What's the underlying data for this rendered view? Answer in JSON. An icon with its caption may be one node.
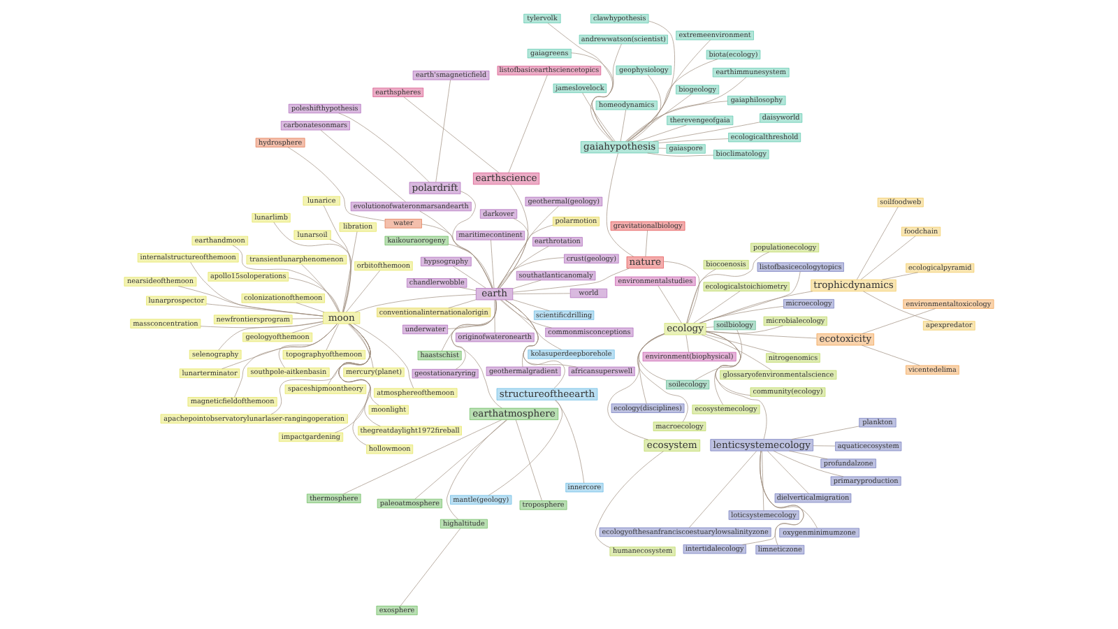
{
  "diagram": {
    "nodes": [
      {
        "text": [
          "ecology"
        ]
      },
      {
        "text": [
          "lenticsystemecology"
        ]
      },
      {
        "text": [
          "oxygenminimumzone"
        ]
      },
      {
        "text": [
          "loticsystemecology"
        ]
      },
      {
        "text": [
          "plankton"
        ]
      },
      {
        "text": [
          "intertidalecology"
        ]
      },
      {
        "text": [
          "limneticzone"
        ]
      },
      {
        "text": [
          "aquaticecosystem"
        ]
      },
      {
        "text": [
          "dielverticalmigration"
        ]
      },
      {
        "text": [
          "profundalzone"
        ]
      },
      {
        "text": [
          "primaryproduction"
        ]
      },
      {
        "text": [
          "ecologyofthesanfranciscoestuarylowsalinityzone"
        ]
      },
      {
        "text": [
          "trophicdynamics"
        ]
      },
      {
        "text": [
          "foodchain"
        ]
      },
      {
        "text": [
          "soilfoodweb"
        ]
      },
      {
        "text": [
          "apexpredator"
        ]
      },
      {
        "text": [
          "ecologicalpyramid"
        ]
      },
      {
        "text": [
          "environmentalstudies"
        ]
      },
      {
        "text": [
          "environment(biophysical)"
        ]
      },
      {
        "text": [
          "soilbiology"
        ]
      },
      {
        "text": [
          "soilecology"
        ]
      },
      {
        "text": [
          "ecology(disciplines)"
        ]
      },
      {
        "text": [
          "microecology"
        ]
      },
      {
        "text": [
          "listofbasicecologytopics"
        ]
      },
      {
        "text": [
          "biocoenosis"
        ]
      },
      {
        "text": [
          "ecotoxicity"
        ]
      },
      {
        "text": [
          "environmentaltoxicology"
        ]
      },
      {
        "text": [
          "vicentedelima"
        ]
      },
      {
        "text": [
          "macroecology"
        ]
      },
      {
        "text": [
          "community(ecology)"
        ]
      },
      {
        "text": [
          "ecologicalstoichiometry"
        ]
      },
      {
        "text": [
          "glossaryofenvironmentalscience"
        ]
      },
      {
        "text": [
          "ecosystem"
        ]
      },
      {
        "text": [
          "humanecosystem"
        ]
      },
      {
        "text": [
          "microbialecology"
        ]
      },
      {
        "text": [
          "ecosystemecology"
        ]
      },
      {
        "text": [
          "nitrogenomics"
        ]
      },
      {
        "text": [
          "populationecology"
        ]
      },
      {
        "text": [
          "nature"
        ]
      },
      {
        "text": [
          "gravitationalbiology"
        ]
      },
      {
        "text": [
          "gaiahypothesis"
        ]
      },
      {
        "text": [
          "andrewwatson(scientist)"
        ]
      },
      {
        "text": [
          "geophysiology"
        ]
      },
      {
        "text": [
          "biogeology"
        ]
      },
      {
        "text": [
          "therevengeofgaia"
        ]
      },
      {
        "text": [
          "jameslovelock"
        ]
      },
      {
        "text": [
          "ecologicalthreshold"
        ]
      },
      {
        "text": [
          "gaiaspore"
        ]
      },
      {
        "text": [
          "gaiaphilosophy"
        ]
      },
      {
        "text": [
          "daisyworld"
        ]
      },
      {
        "text": [
          "gaiagreens"
        ]
      },
      {
        "text": [
          "earthimmunesystem"
        ]
      },
      {
        "text": [
          "extremeenvironment"
        ]
      },
      {
        "text": [
          "clawhypothesis"
        ]
      },
      {
        "text": [
          "biota(ecology)"
        ]
      },
      {
        "text": [
          "bioclimatology"
        ]
      },
      {
        "text": [
          "homeodynamics"
        ]
      },
      {
        "text": [
          "tylervolk"
        ]
      },
      {
        "text": [
          "earth"
        ]
      },
      {
        "text": [
          "carbonatesonmars"
        ]
      },
      {
        "text": [
          "evolutionofwateronmarsandearth"
        ]
      },
      {
        "text": [
          "water"
        ]
      },
      {
        "text": [
          "hydrosphere"
        ]
      },
      {
        "text": [
          "structureoftheearth"
        ]
      },
      {
        "text": [
          "innercore"
        ]
      },
      {
        "text": [
          "mantle(geology)"
        ]
      },
      {
        "text": [
          "southatlanticanomaly"
        ]
      },
      {
        "text": [
          "crust(geology)"
        ]
      },
      {
        "text": [
          "africansuperswell"
        ]
      },
      {
        "text": [
          "hypsography"
        ]
      },
      {
        "text": [
          "geothermalgradient"
        ]
      },
      {
        "text": [
          "geothermal(geology)"
        ]
      },
      {
        "text": [
          "maritimecontinent"
        ]
      },
      {
        "text": [
          "chandlerwobble"
        ]
      },
      {
        "text": [
          "originofwateronearth"
        ]
      },
      {
        "text": [
          "commonmisconceptions"
        ]
      },
      {
        "text": [
          "earthrotation"
        ]
      },
      {
        "text": [
          "geostationaryring"
        ]
      },
      {
        "text": [
          "underwater"
        ]
      },
      {
        "text": [
          "world"
        ]
      },
      {
        "text": [
          "kaikouraorogeny"
        ]
      },
      {
        "text": [
          "haastschist"
        ]
      },
      {
        "text": [
          "scientificdrilling"
        ]
      },
      {
        "text": [
          "kolasuperdeepborehole"
        ]
      },
      {
        "text": [
          "darkover"
        ]
      },
      {
        "text": [
          "polardrift"
        ]
      },
      {
        "text": [
          "earth'smagneticfield"
        ]
      },
      {
        "text": [
          "poleshifthypothesis"
        ]
      },
      {
        "text": [
          "earthspheres"
        ]
      },
      {
        "text": [
          "earthscience"
        ]
      },
      {
        "text": [
          "listofbasicearthsciencetopics"
        ]
      },
      {
        "text": [
          "conventionalinternationalorigin"
        ]
      },
      {
        "text": [
          "polarmotion"
        ]
      },
      {
        "text": [
          "earthatmosphere"
        ]
      },
      {
        "text": [
          "thermosphere"
        ]
      },
      {
        "text": [
          "paleoatmosphere"
        ]
      },
      {
        "text": [
          "troposphere"
        ]
      },
      {
        "text": [
          "highaltitude"
        ]
      },
      {
        "text": [
          "exosphere"
        ]
      },
      {
        "text": [
          "moon"
        ]
      },
      {
        "text": [
          "orbitofthemoon"
        ]
      },
      {
        "text": [
          "lunarsoil"
        ]
      },
      {
        "text": [
          "newfrontiersprogram"
        ]
      },
      {
        "text": [
          "selenography"
        ]
      },
      {
        "text": [
          "nearsideofthemoon"
        ]
      },
      {
        "text": [
          "mercury(planet)"
        ]
      },
      {
        "text": [
          "atmosphereofthemoon"
        ]
      },
      {
        "text": [
          "topographyofthemoon"
        ]
      },
      {
        "text": [
          "lunarice"
        ]
      },
      {
        "text": [
          "lunarlimb"
        ]
      },
      {
        "text": [
          "spaceshipmoontheory"
        ]
      },
      {
        "text": [
          "libration"
        ]
      },
      {
        "text": [
          "apollo15soloperations"
        ]
      },
      {
        "text": [
          "massconcentration"
        ]
      },
      {
        "text": [
          "lunarprospector"
        ]
      },
      {
        "text": [
          "earthandmoon"
        ]
      },
      {
        "text": [
          "internalstructureofthemoon"
        ]
      },
      {
        "text": [
          "geologyofthemoon"
        ]
      },
      {
        "text": [
          "impactgardening"
        ]
      },
      {
        "text": [
          "transientlunarphenomenon"
        ]
      },
      {
        "text": [
          "southpole-aitkenbasin"
        ]
      },
      {
        "text": [
          "magneticfieldofthemoon"
        ]
      },
      {
        "text": [
          "hollowmoon"
        ]
      },
      {
        "text": [
          "thegreatdaylight1972fireball"
        ]
      },
      {
        "text": [
          "moonlight"
        ]
      },
      {
        "text": [
          "lunarterminator"
        ]
      },
      {
        "text": [
          "colonizationofthemoon"
        ]
      },
      {
        "text": [
          "apachepointobservatorylunarlaser-rangingoperation"
        ]
      }
    ],
    "edges": [
      {
        "from": 0,
        "to": 1,
        "arrow": "none"
      },
      {
        "from": 0,
        "to": 12,
        "arrow": "none"
      },
      {
        "from": 0,
        "to": 17,
        "arrow": "none"
      },
      {
        "from": 0,
        "to": 18,
        "arrow": "none"
      },
      {
        "from": 0,
        "to": 19,
        "arrow": "none"
      },
      {
        "from": 0,
        "to": 20,
        "arrow": "none"
      },
      {
        "from": 0,
        "to": 21,
        "arrow": "none"
      },
      {
        "from": 0,
        "to": 22,
        "arrow": "none"
      },
      {
        "from": 0,
        "to": 23,
        "arrow": "none"
      },
      {
        "from": 0,
        "to": 24,
        "arrow": "none"
      },
      {
        "from": 0,
        "to": 25,
        "arrow": "none"
      },
      {
        "from": 0,
        "to": 28,
        "arrow": "none"
      },
      {
        "from": 0,
        "to": 29,
        "arrow": "none"
      },
      {
        "from": 0,
        "to": 30,
        "arrow": "none"
      },
      {
        "from": 0,
        "to": 31,
        "arrow": "none"
      },
      {
        "from": 0,
        "to": 32,
        "arrow": "none"
      },
      {
        "from": 0,
        "to": 34,
        "arrow": "none"
      },
      {
        "from": 0,
        "to": 35,
        "arrow": "none"
      },
      {
        "from": 0,
        "to": 36,
        "arrow": "none"
      },
      {
        "from": 0,
        "to": 37,
        "arrow": "none"
      },
      {
        "from": 0,
        "to": 38,
        "arrow": "none"
      },
      {
        "from": 1,
        "to": 2,
        "arrow": "none"
      },
      {
        "from": 1,
        "to": 3,
        "arrow": "none"
      },
      {
        "from": 1,
        "to": 4,
        "arrow": "none"
      },
      {
        "from": 1,
        "to": 5,
        "arrow": "none"
      },
      {
        "from": 1,
        "to": 6,
        "arrow": "none"
      },
      {
        "from": 1,
        "to": 7,
        "arrow": "none"
      },
      {
        "from": 1,
        "to": 8,
        "arrow": "none"
      },
      {
        "from": 1,
        "to": 9,
        "arrow": "none"
      },
      {
        "from": 1,
        "to": 10,
        "arrow": "none"
      },
      {
        "from": 1,
        "to": 11,
        "arrow": "none"
      },
      {
        "from": 12,
        "to": 13,
        "arrow": "none"
      },
      {
        "from": 12,
        "to": 14,
        "arrow": "none"
      },
      {
        "from": 12,
        "to": 15,
        "arrow": "none"
      },
      {
        "from": 12,
        "to": 16,
        "arrow": "none"
      },
      {
        "from": 19,
        "to": 20,
        "arrow": "none"
      },
      {
        "from": 25,
        "to": 26,
        "arrow": "none"
      },
      {
        "from": 25,
        "to": 27,
        "arrow": "none"
      },
      {
        "from": 32,
        "to": 33,
        "arrow": "none"
      },
      {
        "from": 38,
        "to": 39,
        "arrow": "none"
      },
      {
        "from": 38,
        "to": 40,
        "arrow": "none"
      },
      {
        "from": 38,
        "to": 58,
        "arrow": "none"
      },
      {
        "from": 40,
        "to": 41,
        "arrow": "none"
      },
      {
        "from": 40,
        "to": 42,
        "arrow": "none"
      },
      {
        "from": 40,
        "to": 43,
        "arrow": "none"
      },
      {
        "from": 40,
        "to": 44,
        "arrow": "none"
      },
      {
        "from": 40,
        "to": 45,
        "arrow": "none"
      },
      {
        "from": 40,
        "to": 46,
        "arrow": "none"
      },
      {
        "from": 40,
        "to": 47,
        "arrow": "none"
      },
      {
        "from": 40,
        "to": 48,
        "arrow": "none"
      },
      {
        "from": 40,
        "to": 49,
        "arrow": "none"
      },
      {
        "from": 40,
        "to": 50,
        "arrow": "none"
      },
      {
        "from": 40,
        "to": 51,
        "arrow": "none"
      },
      {
        "from": 40,
        "to": 52,
        "arrow": "none"
      },
      {
        "from": 40,
        "to": 53,
        "arrow": "none"
      },
      {
        "from": 40,
        "to": 54,
        "arrow": "none"
      },
      {
        "from": 40,
        "to": 55,
        "arrow": "none"
      },
      {
        "from": 40,
        "to": 56,
        "arrow": "none"
      },
      {
        "from": 40,
        "to": 57,
        "arrow": "none"
      },
      {
        "from": 59,
        "to": 60,
        "arrow": "none"
      },
      {
        "from": 58,
        "to": 60,
        "arrow": "none"
      },
      {
        "from": 58,
        "to": 61,
        "arrow": "none"
      },
      {
        "from": 61,
        "to": 62,
        "arrow": "none"
      },
      {
        "from": 58,
        "to": 63,
        "arrow": "none"
      },
      {
        "from": 63,
        "to": 64,
        "arrow": "none"
      },
      {
        "from": 63,
        "to": 65,
        "arrow": "none"
      },
      {
        "from": 58,
        "to": 66,
        "arrow": "none"
      },
      {
        "from": 58,
        "to": 67,
        "arrow": "none"
      },
      {
        "from": 58,
        "to": 68,
        "arrow": "none"
      },
      {
        "from": 58,
        "to": 69,
        "arrow": "none"
      },
      {
        "from": 58,
        "to": 70,
        "arrow": "none"
      },
      {
        "from": 58,
        "to": 71,
        "arrow": "none"
      },
      {
        "from": 58,
        "to": 72,
        "arrow": "none"
      },
      {
        "from": 58,
        "to": 73,
        "arrow": "none"
      },
      {
        "from": 58,
        "to": 74,
        "arrow": "none"
      },
      {
        "from": 58,
        "to": 75,
        "arrow": "none"
      },
      {
        "from": 58,
        "to": 76,
        "arrow": "none"
      },
      {
        "from": 58,
        "to": 77,
        "arrow": "none"
      },
      {
        "from": 58,
        "to": 78,
        "arrow": "none"
      },
      {
        "from": 58,
        "to": 79,
        "arrow": "none"
      },
      {
        "from": 58,
        "to": 80,
        "arrow": "none"
      },
      {
        "from": 58,
        "to": 81,
        "arrow": "none"
      },
      {
        "from": 58,
        "to": 82,
        "arrow": "none"
      },
      {
        "from": 58,
        "to": 83,
        "arrow": "none"
      },
      {
        "from": 58,
        "to": 84,
        "arrow": "none"
      },
      {
        "from": 58,
        "to": 85,
        "arrow": "none"
      },
      {
        "from": 85,
        "to": 86,
        "arrow": "none"
      },
      {
        "from": 85,
        "to": 87,
        "arrow": "none"
      },
      {
        "from": 58,
        "to": 89,
        "arrow": "none"
      },
      {
        "from": 89,
        "to": 88,
        "arrow": "none"
      },
      {
        "from": 89,
        "to": 90,
        "arrow": "none"
      },
      {
        "from": 58,
        "to": 91,
        "arrow": "none"
      },
      {
        "from": 58,
        "to": 92,
        "arrow": "none"
      },
      {
        "from": 58,
        "to": 93,
        "arrow": "none"
      },
      {
        "from": 93,
        "to": 94,
        "arrow": "none"
      },
      {
        "from": 93,
        "to": 95,
        "arrow": "none"
      },
      {
        "from": 93,
        "to": 96,
        "arrow": "none"
      },
      {
        "from": 93,
        "to": 97,
        "arrow": "none"
      },
      {
        "from": 97,
        "to": 98,
        "arrow": "none"
      },
      {
        "from": 58,
        "to": 99,
        "arrow": "none"
      },
      {
        "from": 99,
        "to": 100,
        "arrow": "none"
      },
      {
        "from": 99,
        "to": 101,
        "arrow": "none"
      },
      {
        "from": 99,
        "to": 102,
        "arrow": "none"
      },
      {
        "from": 99,
        "to": 103,
        "arrow": "none"
      },
      {
        "from": 99,
        "to": 104,
        "arrow": "none"
      },
      {
        "from": 99,
        "to": 105,
        "arrow": "none"
      },
      {
        "from": 99,
        "to": 106,
        "arrow": "none"
      },
      {
        "from": 99,
        "to": 107,
        "arrow": "none"
      },
      {
        "from": 99,
        "to": 108,
        "arrow": "none"
      },
      {
        "from": 99,
        "to": 109,
        "arrow": "none"
      },
      {
        "from": 99,
        "to": 110,
        "arrow": "none"
      },
      {
        "from": 99,
        "to": 111,
        "arrow": "none"
      },
      {
        "from": 99,
        "to": 112,
        "arrow": "none"
      },
      {
        "from": 99,
        "to": 113,
        "arrow": "none"
      },
      {
        "from": 99,
        "to": 114,
        "arrow": "none"
      },
      {
        "from": 99,
        "to": 115,
        "arrow": "none"
      },
      {
        "from": 99,
        "to": 116,
        "arrow": "none"
      },
      {
        "from": 99,
        "to": 117,
        "arrow": "none"
      },
      {
        "from": 99,
        "to": 118,
        "arrow": "none"
      },
      {
        "from": 99,
        "to": 119,
        "arrow": "none"
      },
      {
        "from": 99,
        "to": 120,
        "arrow": "none"
      },
      {
        "from": 99,
        "to": 121,
        "arrow": "none"
      },
      {
        "from": 99,
        "to": 122,
        "arrow": "none"
      },
      {
        "from": 99,
        "to": 123,
        "arrow": "none"
      },
      {
        "from": 99,
        "to": 124,
        "arrow": "none"
      },
      {
        "from": 99,
        "to": 125,
        "arrow": "none"
      },
      {
        "from": 99,
        "to": 126,
        "arrow": "none"
      },
      {
        "from": 99,
        "to": 127,
        "arrow": "none"
      }
    ]
  }
}
